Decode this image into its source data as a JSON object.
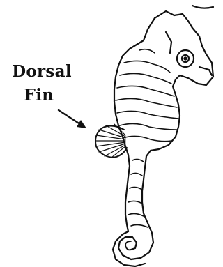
{
  "annotation": {
    "line1": "Dorsal",
    "line2": "Fin"
  },
  "colors": {
    "ink": "#111111",
    "background": "#ffffff"
  },
  "icons": {
    "subject": "seahorse-illustration",
    "pointer": "arrow-icon"
  }
}
